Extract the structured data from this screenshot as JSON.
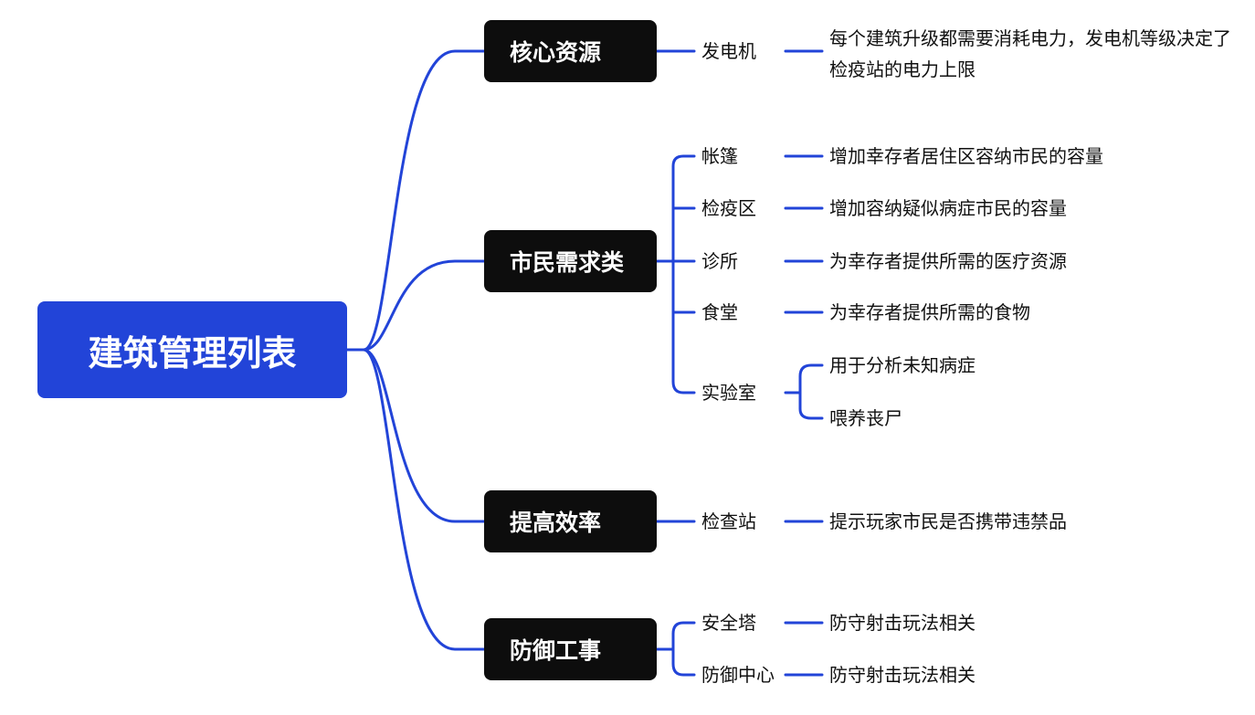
{
  "root": {
    "label": "建筑管理列表"
  },
  "colors": {
    "accent": "#2244d8",
    "category_bg": "#0d0d0d",
    "line": "#2244d8"
  },
  "categories": [
    {
      "label": "核心资源",
      "items": [
        {
          "label": "发电机",
          "details": [
            "每个建筑升级都需要消耗电力，发电机等级决定了检疫站的电力上限"
          ]
        }
      ]
    },
    {
      "label": "市民需求类",
      "items": [
        {
          "label": "帐篷",
          "details": [
            "增加幸存者居住区容纳市民的容量"
          ]
        },
        {
          "label": "检疫区",
          "details": [
            "增加容纳疑似病症市民的容量"
          ]
        },
        {
          "label": "诊所",
          "details": [
            "为幸存者提供所需的医疗资源"
          ]
        },
        {
          "label": "食堂",
          "details": [
            "为幸存者提供所需的食物"
          ]
        },
        {
          "label": "实验室",
          "details": [
            "用于分析未知病症",
            "喂养丧尸"
          ]
        }
      ]
    },
    {
      "label": "提高效率",
      "items": [
        {
          "label": "检查站",
          "details": [
            "提示玩家市民是否携带违禁品"
          ]
        }
      ]
    },
    {
      "label": "防御工事",
      "items": [
        {
          "label": "安全塔",
          "details": [
            "防守射击玩法相关"
          ]
        },
        {
          "label": "防御中心",
          "details": [
            "防守射击玩法相关"
          ]
        }
      ]
    }
  ]
}
